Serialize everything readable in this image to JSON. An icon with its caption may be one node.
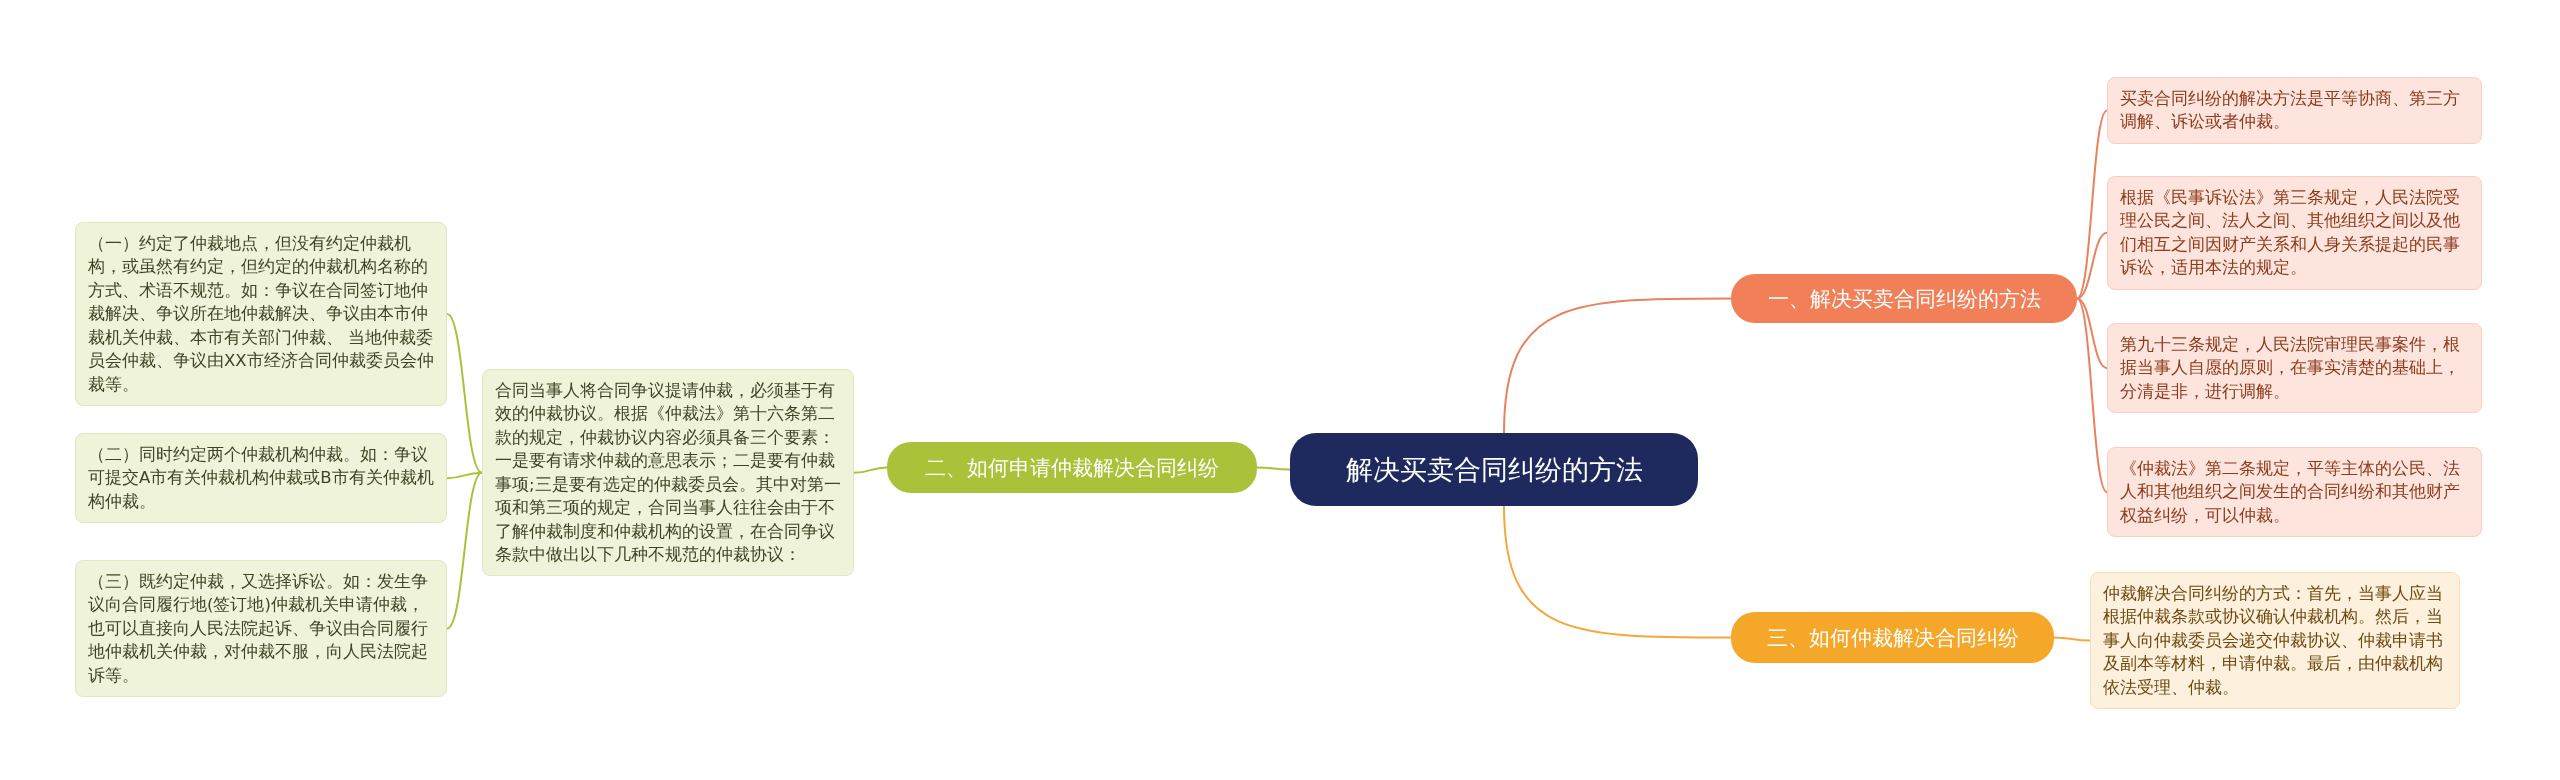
{
  "diagram": {
    "nodes": [
      {
        "text": [
          "解决买卖合同纠纷的方法"
        ]
      },
      {
        "text": [
          "一、解决买卖合同纠纷的方法"
        ]
      },
      {
        "text": [
          "买卖合同纠纷的解决方法是平等协商、第三方调解、诉讼或者仲裁。"
        ]
      },
      {
        "text": [
          "根据《民事诉讼法》第三条规定，人民法院受理公民之间、法人之间、其他组织之间以及他们相互之间因财产关系和人身关系提起的民事诉讼，适用本法的规定。"
        ]
      },
      {
        "text": [
          "第九十三条规定，人民法院审理民事案件，根据当事人自愿的原则，在事实清楚的基础上，分清是非，进行调解。"
        ]
      },
      {
        "text": [
          "《仲裁法》第二条规定，平等主体的公民、法人和其他组织之间发生的合同纠纷和其他财产权益纠纷，可以仲裁。"
        ]
      },
      {
        "text": [
          "二、如何申请仲裁解决合同纠纷"
        ]
      },
      {
        "text": [
          "合同当事人将合同争议提请仲裁，必须基于有效的仲裁协议。根据《仲裁法》第十六条第二款的规定，仲裁协议内容必须具备三个要素：一是要有请求仲裁的意思表示；二是要有仲裁事项;三是要有选定的仲裁委员会。其中对第一项和第三项的规定，合同当事人往往会由于不了解仲裁制度和仲裁机构的设置，在合同争议条款中做出以下几种不规范的仲裁协议："
        ]
      },
      {
        "text": [
          "（一）约定了仲裁地点，但没有约定仲裁机构，或虽然有约定，但约定的仲裁机构名称的方式、术语不规范。如：争议在合同签订地仲裁解决、争议所在地仲裁解决、争议由本市仲裁机关仲裁、本市有关部门仲裁、 当地仲裁委员会仲裁、争议由XX市经济合同仲裁委员会仲裁等。"
        ]
      },
      {
        "text": [
          "（二）同时约定两个仲裁机构仲裁。如：争议可提交A市有关仲裁机构仲裁或B市有关仲裁机构仲裁。"
        ]
      },
      {
        "text": [
          "（三）既约定仲裁，又选择诉讼。如：发生争议向合同履行地(签订地)仲裁机关申请仲裁，也可以直接向人民法院起诉、争议由合同履行地仲裁机关仲裁，对仲裁不服，向人民法院起诉等。"
        ]
      },
      {
        "text": [
          "三、如何仲裁解决合同纠纷"
        ]
      },
      {
        "text": [
          "仲裁解决合同纠纷的方式：首先，当事人应当根据仲裁条款或协议确认仲裁机构。然后，当事人向仲裁委员会递交仲裁协议、仲裁申请书及副本等材料，申请仲裁。最后，由仲裁机构依法受理、仲裁。"
        ]
      }
    ],
    "edges": [
      {
        "from": 0,
        "to": 1,
        "arrow": "none",
        "color": "#e8825e"
      },
      {
        "from": 1,
        "to": 2,
        "arrow": "none",
        "color": "#e8825e"
      },
      {
        "from": 1,
        "to": 3,
        "arrow": "none",
        "color": "#e8825e"
      },
      {
        "from": 1,
        "to": 4,
        "arrow": "none",
        "color": "#e8825e"
      },
      {
        "from": 1,
        "to": 5,
        "arrow": "none",
        "color": "#e8825e"
      },
      {
        "from": 0,
        "to": 6,
        "arrow": "none",
        "color": "#a9c23a"
      },
      {
        "from": 6,
        "to": 7,
        "arrow": "none",
        "color": "#a9c23a"
      },
      {
        "from": 7,
        "to": 8,
        "arrow": "none",
        "color": "#a9c23a"
      },
      {
        "from": 7,
        "to": 9,
        "arrow": "none",
        "color": "#a9c23a"
      },
      {
        "from": 7,
        "to": 10,
        "arrow": "none",
        "color": "#a9c23a"
      },
      {
        "from": 0,
        "to": 11,
        "arrow": "none",
        "color": "#f2a93b"
      },
      {
        "from": 11,
        "to": 12,
        "arrow": "none",
        "color": "#f2a93b"
      }
    ]
  }
}
